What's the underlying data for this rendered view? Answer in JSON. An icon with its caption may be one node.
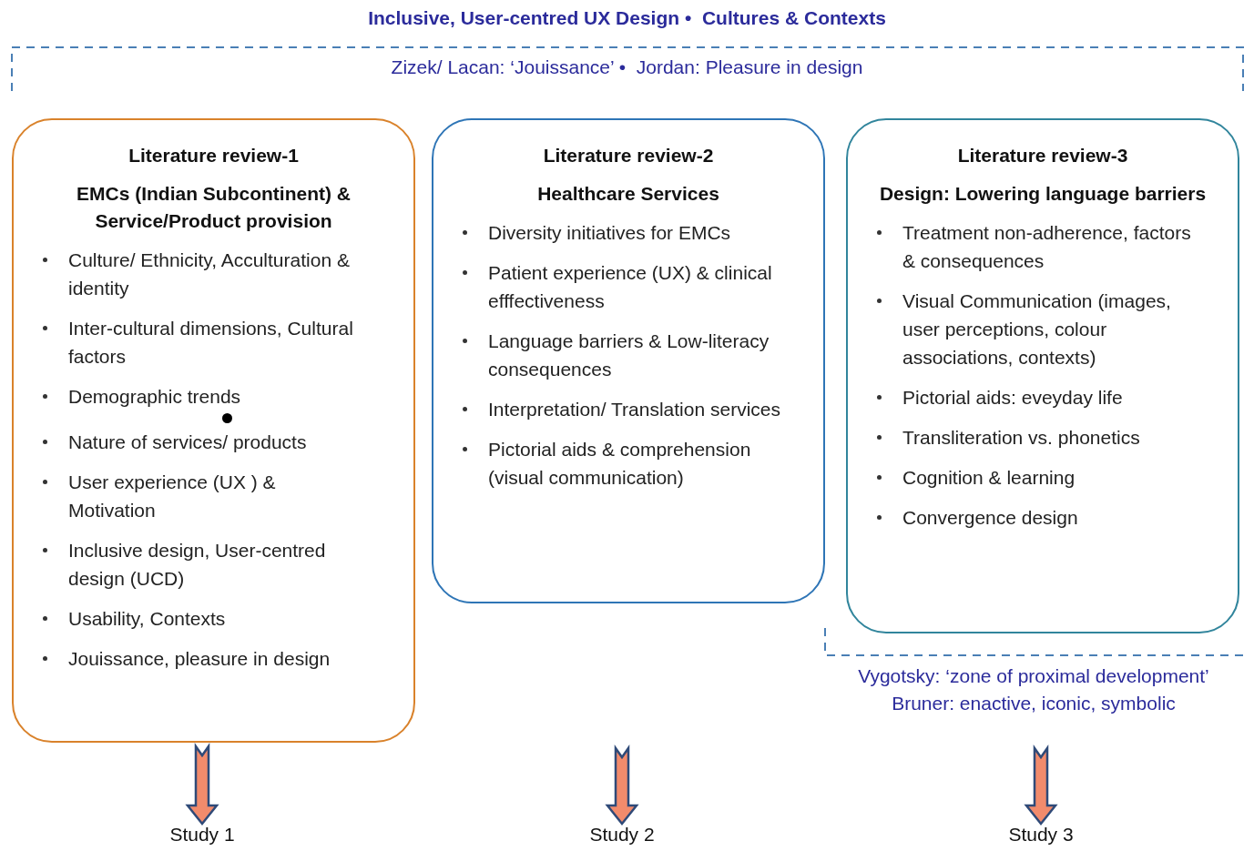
{
  "diagram": {
    "title": "Inclusive, User-centred UX Design •  Cultures & Contexts",
    "nodes": [
      {
        "text": [
          "Literature review-1",
          "EMCs (Indian Subcontinent) & Service/Product provision",
          "Culture/ Ethnicity, Acculturation & identity",
          "Inter-cultural dimensions, Cultural factors",
          "Demographic trends",
          "Nature of services/ products",
          "User experience (UX ) & Motivation",
          "Inclusive design, User-centred design (UCD)",
          "Usability, Contexts",
          "Jouissance, pleasure in design"
        ]
      },
      {
        "text": [
          "Literature review-2",
          "Healthcare Services",
          "Diversity initiatives for EMCs",
          "Patient experience (UX) & clinical efffectiveness",
          "Language barriers  & Low-literacy consequences",
          "Interpretation/ Translation services",
          "Pictorial aids & comprehension (visual communication)"
        ]
      },
      {
        "text": [
          "Literature review-3",
          "Design: Lowering language barriers",
          "Treatment non-adherence, factors & consequences",
          "Visual Communication (images, user perceptions, colour associations, contexts)",
          "Pictorial aids: eveyday life",
          "Transliteration vs. phonetics",
          "Cognition & learning",
          "Convergence design"
        ]
      },
      {
        "text": [
          "Study 1"
        ]
      },
      {
        "text": [
          "Study 2"
        ]
      },
      {
        "text": [
          "Study 3"
        ]
      }
    ],
    "edges": [
      {
        "from": 0,
        "to": 3,
        "arrow": "to"
      },
      {
        "from": null,
        "to": 4,
        "arrow": "to"
      },
      {
        "from": null,
        "to": 5,
        "arrow": "to"
      }
    ],
    "labels": [
      "Zizek/ Lacan: ‘Jouissance’ •  Jordan: Pleasure in design",
      "Vygotsky: ‘zone of proximal development’",
      "Bruner: enactive, iconic, symbolic"
    ]
  }
}
